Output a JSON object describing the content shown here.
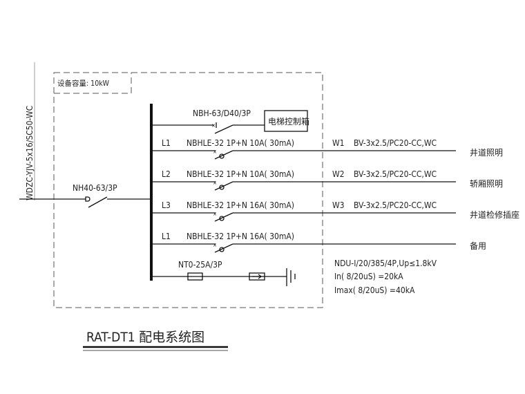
{
  "panel": {
    "capacity_label": "设备容量: 10kW",
    "feeder_cable": "WDZC-YJV-5x16/SC50-WC",
    "main_breaker": "NH40-63/3P"
  },
  "branches": [
    {
      "breaker": "NBH-63/D40/3P",
      "load": "电梯控制箱"
    },
    {
      "phase": "L1",
      "breaker": "NBHLE-32 1P+N 10A( 30mA)",
      "circuit": "W1",
      "cable": "BV-3x2.5/PC20-CC,WC",
      "load": "井道照明"
    },
    {
      "phase": "L2",
      "breaker": "NBHLE-32 1P+N 10A( 30mA)",
      "circuit": "W2",
      "cable": "BV-3x2.5/PC20-CC,WC",
      "load": "轿厢照明"
    },
    {
      "phase": "L3",
      "breaker": "NBHLE-32 1P+N 16A( 30mA)",
      "circuit": "W3",
      "cable": "BV-3x2.5/PC20-CC,WC",
      "load": "井道检修插座"
    },
    {
      "phase": "L1",
      "breaker": "NBHLE-32 1P+N 16A( 30mA)",
      "load": "备用"
    }
  ],
  "spd": {
    "fuse": "NT0-25A/3P",
    "line1": "NDU-I/20/385/4P,Up≤1.8kV",
    "line2": "In( 8/20uS) =20kA",
    "line3": "Imax( 8/20uS) =40kA"
  },
  "title": "RAT-DT1  配电系统图"
}
